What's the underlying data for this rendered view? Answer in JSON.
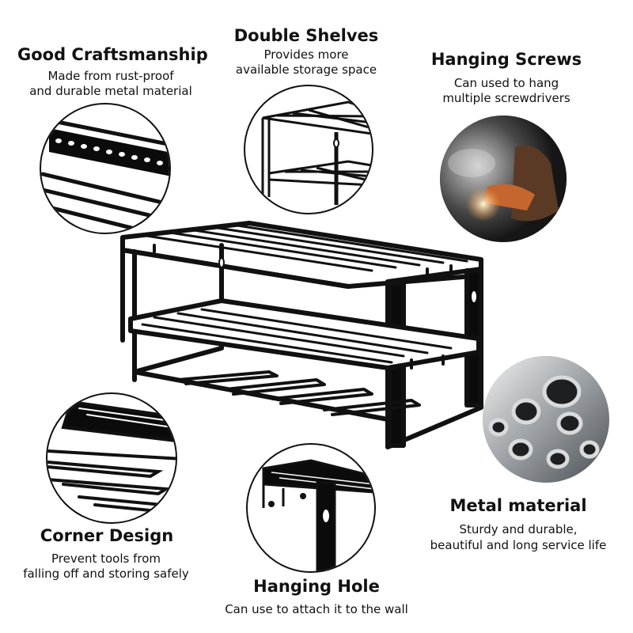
{
  "features": {
    "craftsmanship": {
      "title": "Good Craftsmanship",
      "line1": "Made from rust-proof",
      "line2": "and durable metal material"
    },
    "double_shelves": {
      "title": "Double Shelves",
      "line1": "Provides more",
      "line2": "available storage space"
    },
    "hanging_screws": {
      "title": "Hanging Screws",
      "line1": "Can used to hang",
      "line2": "multiple screwdrivers"
    },
    "metal_material": {
      "title": "Metal material",
      "line1": "Sturdy and durable,",
      "line2": "beautiful and long service life"
    },
    "corner_design": {
      "title": "Corner Design",
      "line1": "Prevent tools from",
      "line2": "falling off and storing safely"
    },
    "hanging_hole": {
      "title": "Hanging Hole",
      "line1": "Can use to attach it to the wall"
    }
  }
}
